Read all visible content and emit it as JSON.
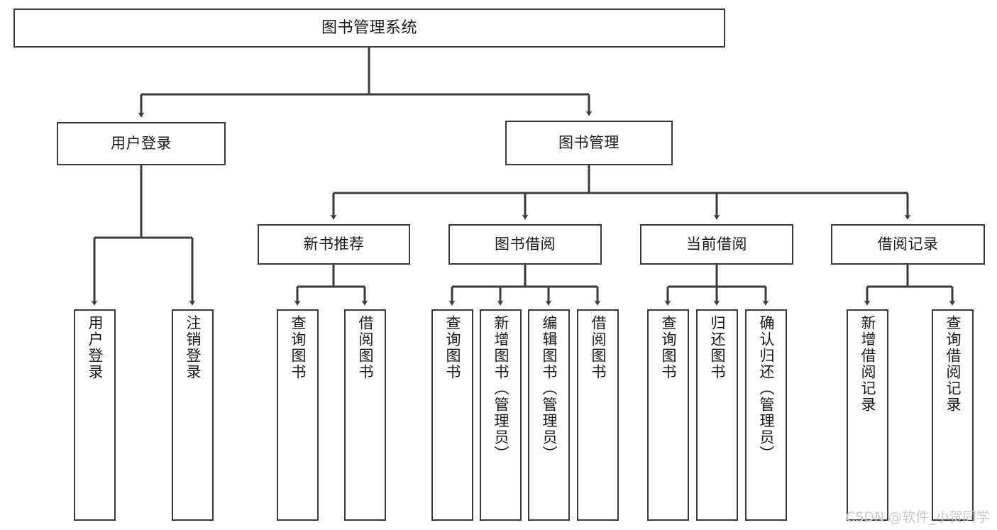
{
  "diagram": {
    "title": "图书管理系统",
    "type": "tree-hierarchy",
    "watermark": "CSDN @软件_小贺同学",
    "colors": {
      "background": "#ffffff",
      "box_border": "#3a3a3a",
      "box_fill": "#ffffff",
      "connector": "#3a3a3a",
      "text": "#1a1a1a",
      "watermark": "#c9c9c9"
    },
    "root": {
      "label": "图书管理系统"
    },
    "level1": [
      {
        "label": "用户登录"
      },
      {
        "label": "图书管理"
      }
    ],
    "level2": [
      {
        "label": "新书推荐"
      },
      {
        "label": "图书借阅"
      },
      {
        "label": "当前借阅"
      },
      {
        "label": "借阅记录"
      }
    ],
    "leaves": {
      "user_login": [
        {
          "label": "用户登录"
        },
        {
          "label": "注销登录"
        }
      ],
      "new_book_recommend": [
        {
          "label": "查询图书"
        },
        {
          "label": "借阅图书"
        }
      ],
      "book_borrow": [
        {
          "label": "查询图书"
        },
        {
          "label": "新增图书（管理员）"
        },
        {
          "label": "编辑图书（管理员）"
        },
        {
          "label": "借阅图书"
        }
      ],
      "current_borrow": [
        {
          "label": "查询图书"
        },
        {
          "label": "归还图书"
        },
        {
          "label": "确认归还（管理员）"
        }
      ],
      "borrow_record": [
        {
          "label": "新增借阅记录"
        },
        {
          "label": "查询借阅记录"
        }
      ]
    }
  }
}
